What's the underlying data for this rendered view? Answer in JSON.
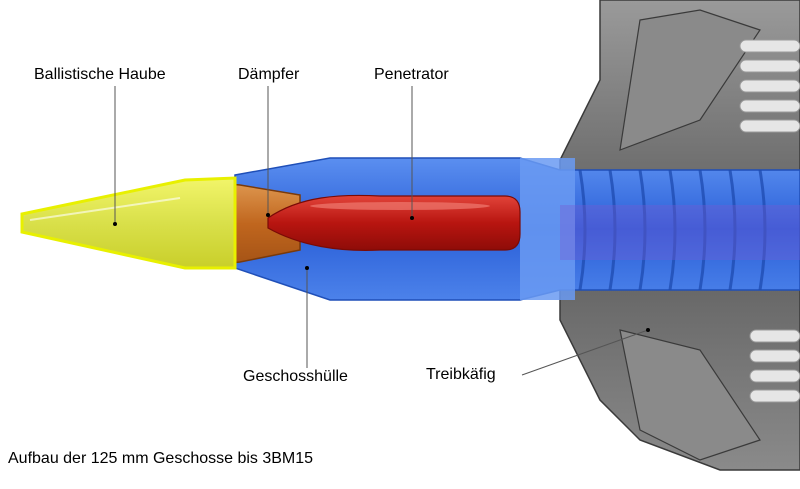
{
  "labels": {
    "ballistic_cap": "Ballistische Haube",
    "damper": "Dämpfer",
    "penetrator": "Penetrator",
    "projectile_casing": "Geschosshülle",
    "sabot": "Treibkäfig"
  },
  "caption": "Aufbau der 125 mm Geschosse bis 3BM15",
  "colors": {
    "ballistic_cap": "#e8f000",
    "damper": "#d47a2a",
    "penetrator": "#c81a14",
    "projectile_casing": "#2f6fe0",
    "sabot": "#7c7c7c"
  }
}
